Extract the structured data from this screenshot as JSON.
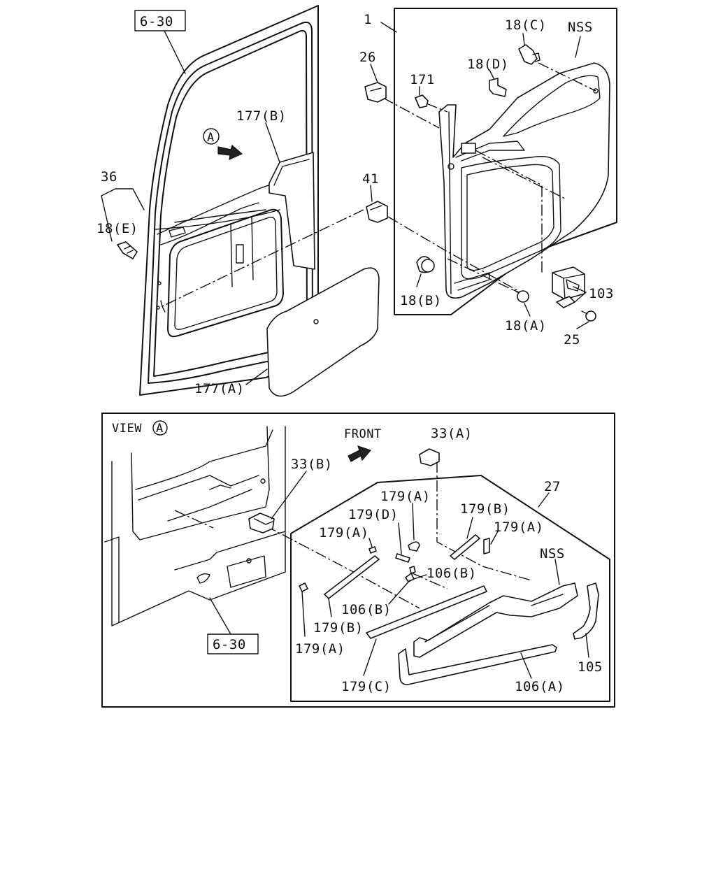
{
  "top": {
    "ref_box": "6-30",
    "view_marker": "A",
    "labels": {
      "p1": "1",
      "p18c": "18(C)",
      "nss": "NSS",
      "p26": "26",
      "p18d": "18(D)",
      "p171": "171",
      "p177b": "177(B)",
      "p36": "36",
      "p41": "41",
      "p18e": "18(E)",
      "p103": "103",
      "p18b": "18(B)",
      "p18a": "18(A)",
      "p25": "25",
      "p177a": "177(A)"
    }
  },
  "bottom": {
    "view_title": "VIEW",
    "view_marker": "A",
    "front": "FRONT",
    "ref_box": "6-30",
    "labels": {
      "p33a": "33(A)",
      "p33b": "33(B)",
      "p27": "27",
      "p179a_1": "179(A)",
      "p179d": "179(D)",
      "p179b_1": "179(B)",
      "p179a_2": "179(A)",
      "p179a_3": "179(A)",
      "nss": "NSS",
      "p106b_1": "106(B)",
      "p106b_2": "106(B)",
      "p179b_2": "179(B)",
      "p179a_4": "179(A)",
      "p105": "105",
      "p179c": "179(C)",
      "p106a": "106(A)"
    }
  }
}
